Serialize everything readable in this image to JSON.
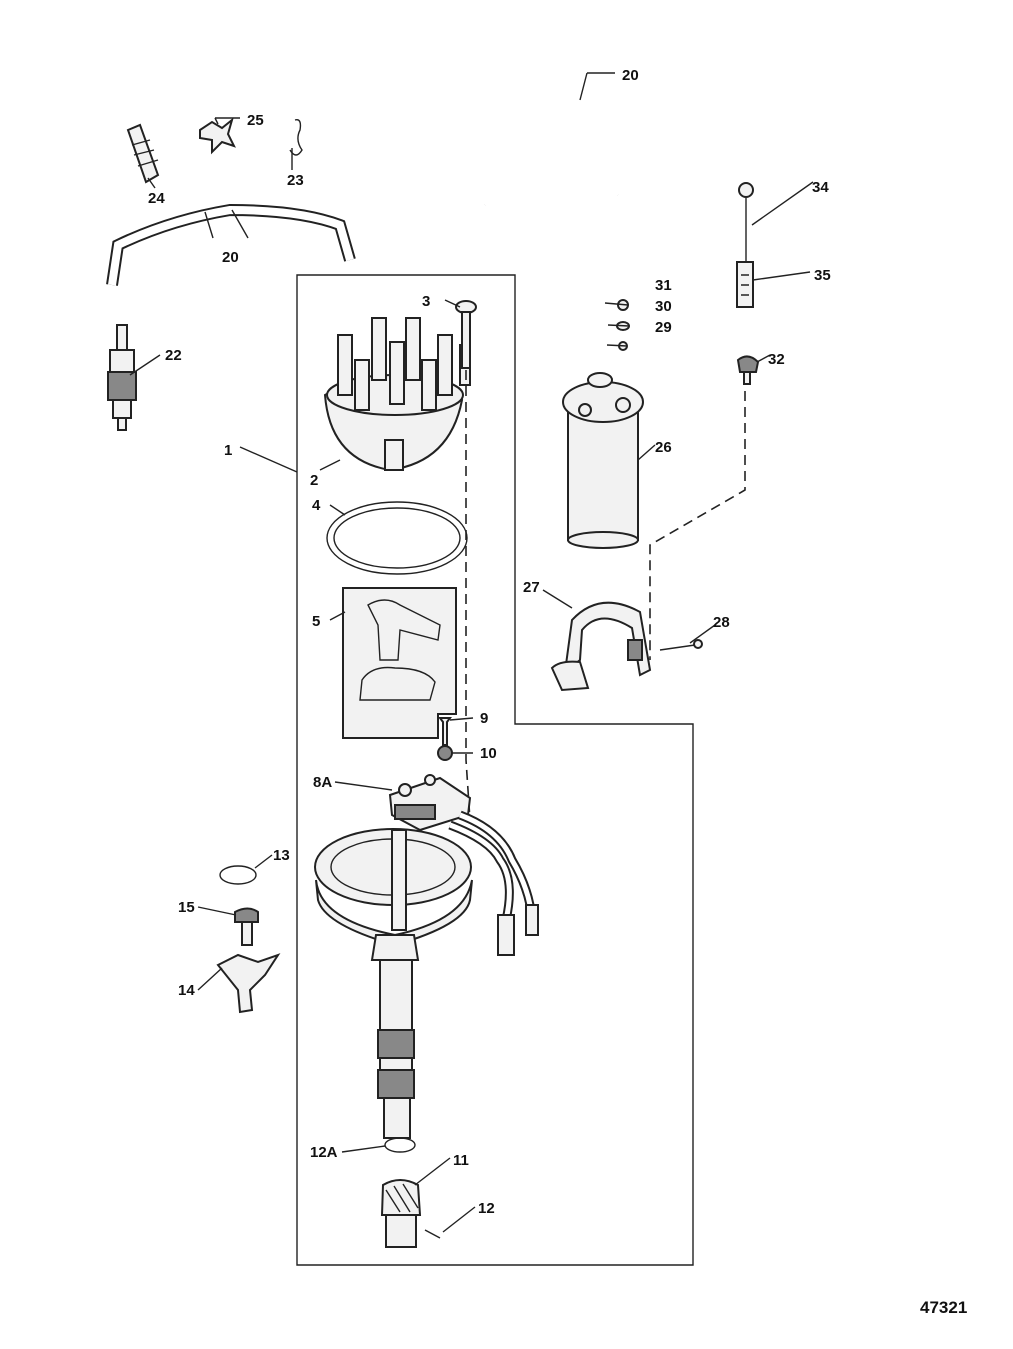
{
  "diagram": {
    "figure_number": "47321",
    "callouts": [
      "1",
      "2",
      "3",
      "4",
      "5",
      "8A",
      "9",
      "10",
      "11",
      "12",
      "12A",
      "13",
      "14",
      "15",
      "20",
      "20",
      "22",
      "23",
      "24",
      "25",
      "26",
      "27",
      "28",
      "29",
      "30",
      "31",
      "32",
      "34",
      "35"
    ]
  }
}
